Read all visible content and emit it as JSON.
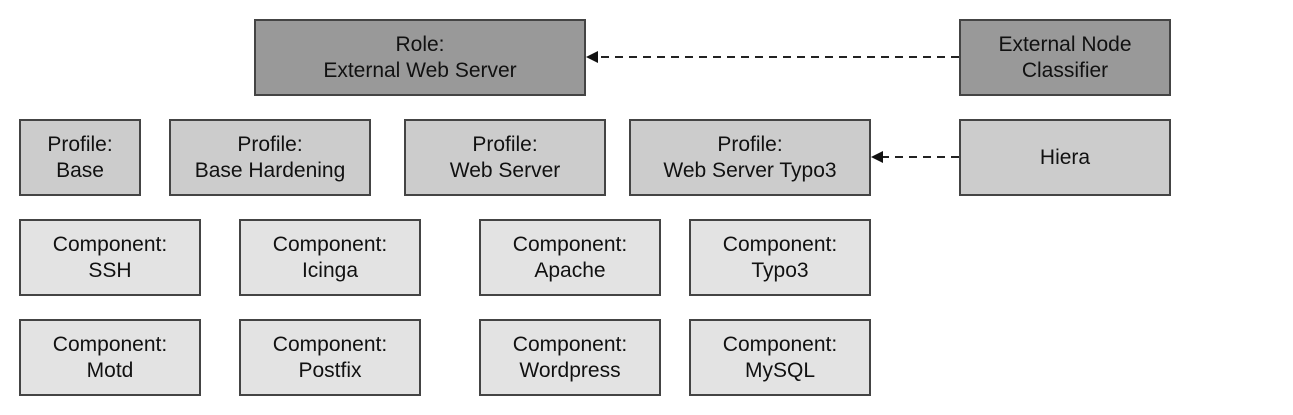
{
  "colors": {
    "role_fill": "#999999",
    "profile_fill": "#cccccc",
    "component_fill": "#e3e3e3",
    "border": "#444444",
    "arrow": "#222222"
  },
  "role": {
    "line1": "Role:",
    "line2": "External Web Server"
  },
  "enc": {
    "line1": "External Node",
    "line2": "Classifier"
  },
  "hiera": {
    "line1": "Hiera"
  },
  "profiles": [
    {
      "line1": "Profile:",
      "line2": "Base"
    },
    {
      "line1": "Profile:",
      "line2": "Base Hardening"
    },
    {
      "line1": "Profile:",
      "line2": "Web Server"
    },
    {
      "line1": "Profile:",
      "line2": "Web Server Typo3"
    }
  ],
  "components_row1": [
    {
      "line1": "Component:",
      "line2": "SSH"
    },
    {
      "line1": "Component:",
      "line2": "Icinga"
    },
    {
      "line1": "Component:",
      "line2": "Apache"
    },
    {
      "line1": "Component:",
      "line2": "Typo3"
    }
  ],
  "components_row2": [
    {
      "line1": "Component:",
      "line2": "Motd"
    },
    {
      "line1": "Component:",
      "line2": "Postfix"
    },
    {
      "line1": "Component:",
      "line2": "Wordpress"
    },
    {
      "line1": "Component:",
      "line2": "MySQL"
    }
  ],
  "edges": [
    {
      "from": "External Node Classifier",
      "to": "Role: External Web Server",
      "style": "dashed"
    },
    {
      "from": "Hiera",
      "to": "Profile: Web Server Typo3",
      "style": "dashed"
    }
  ]
}
